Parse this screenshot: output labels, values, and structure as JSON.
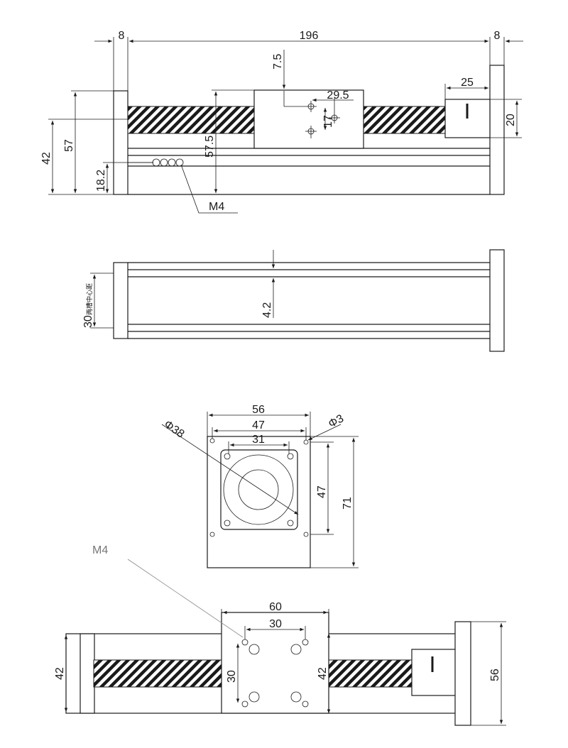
{
  "top_view": {
    "dim_total_length": "196",
    "dim_end_plate_left": "8",
    "dim_end_plate_right": "8",
    "dim_slider_offset": "7.5",
    "dim_hole_spacing_x": "29.5",
    "dim_hole_spacing_y": "17",
    "dim_motor_mount_length": "25",
    "dim_motor_mount_height": "20",
    "dim_height_42": "42",
    "dim_height_57": "57",
    "dim_height_57_5": "57.5",
    "dim_height_18_2": "18.2",
    "callout_thread": "M4"
  },
  "side_view": {
    "dim_height_30": "30",
    "dim_note": "两槽中心距",
    "dim_gap": "4.2"
  },
  "motor_flange": {
    "dim_width_56": "56",
    "dim_hole_spacing_47": "47",
    "dim_inner_31": "31",
    "dim_hole_dia": "Φ3",
    "dim_circle_dia": "Φ38",
    "dim_vertical_47": "47",
    "dim_height_71": "71"
  },
  "bottom_view": {
    "callout_thread": "M4",
    "dim_slider_width": "60",
    "dim_hole_spacing_30": "30",
    "dim_hole_spacing_v_30": "30",
    "dim_slider_height": "42",
    "dim_body_height": "42",
    "dim_motor_height": "56"
  },
  "colors": {
    "line": "#1a1a1a",
    "callout_gray": "#777777"
  }
}
